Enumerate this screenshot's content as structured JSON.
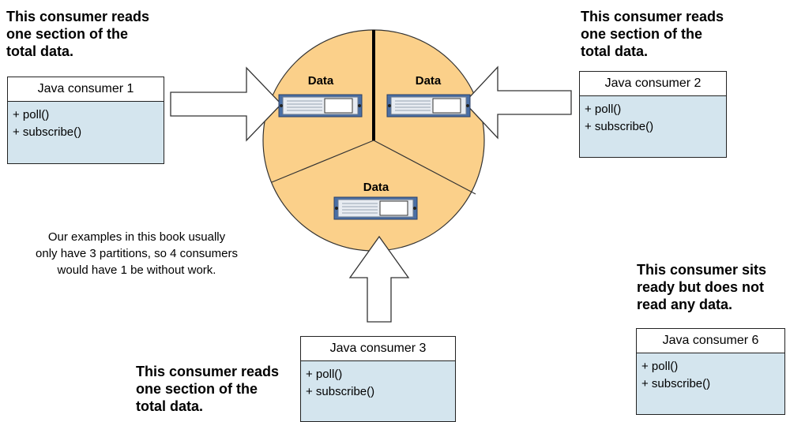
{
  "callouts": {
    "consumer1": "This consumer reads\none section of the\ntotal data.",
    "consumer2": "This consumer reads\none section of the\ntotal data.",
    "consumer3": "This consumer reads\none section of the\ntotal data.",
    "consumer6": "This consumer sits\nready but does not\nread any data."
  },
  "note": "Our examples in this book usually\nonly have 3 partitions, so 4 consumers\nwould have 1 be without work.",
  "partitions": [
    {
      "label": "Data"
    },
    {
      "label": "Data"
    },
    {
      "label": "Data"
    }
  ],
  "consumers": [
    {
      "title": "Java consumer 1",
      "methods": [
        "+ poll()",
        "+ subscribe()"
      ]
    },
    {
      "title": "Java consumer 2",
      "methods": [
        "+ poll()",
        "+ subscribe()"
      ]
    },
    {
      "title": "Java consumer 3",
      "methods": [
        "+ poll()",
        "+ subscribe()"
      ]
    },
    {
      "title": "Java consumer 6",
      "methods": [
        "+ poll()",
        "+ subscribe()"
      ]
    }
  ],
  "colors": {
    "topic_fill": "#fbd08a",
    "consumer_body": "#d4e5ee",
    "server_blue": "#4a6fa5"
  }
}
